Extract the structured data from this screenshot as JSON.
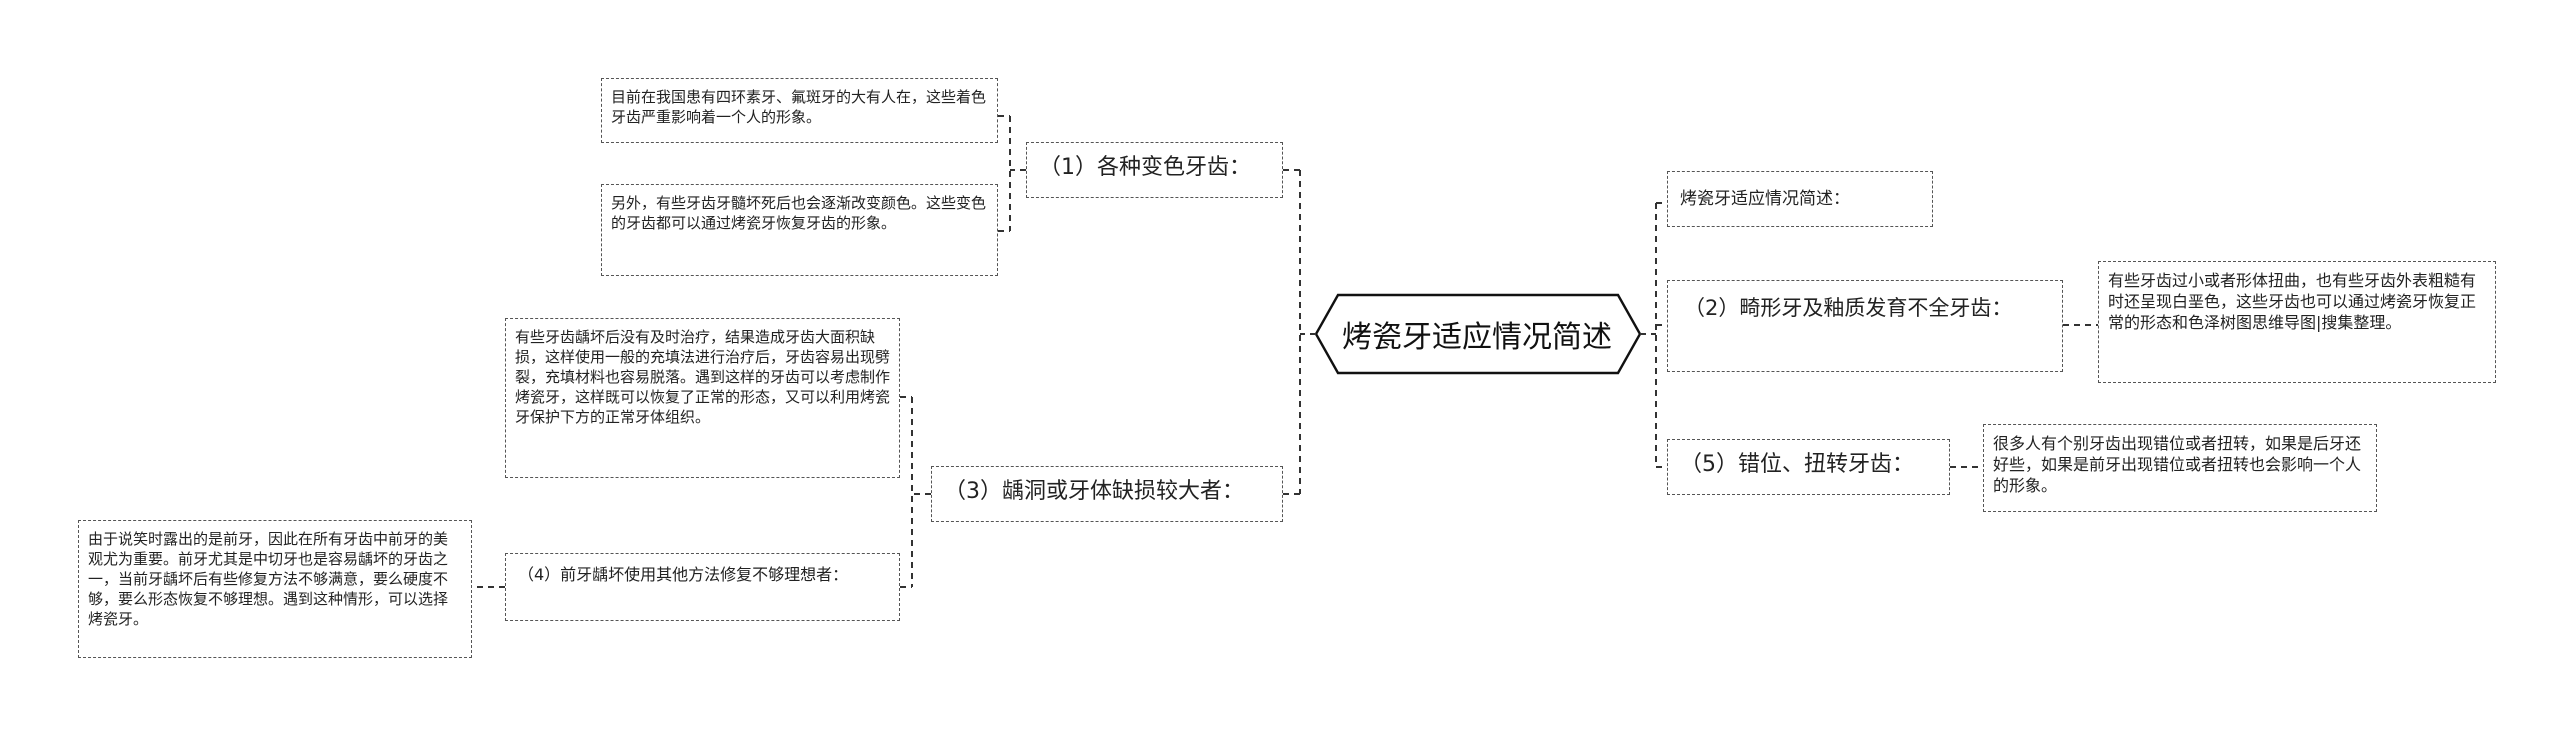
{
  "root": {
    "title": "烤瓷牙适应情况简述"
  },
  "left": {
    "n1": {
      "label": "（1）各种变色牙齿：",
      "leaves": [
        "目前在我国患有四环素牙、氟斑牙的大有人在，这些着色牙齿严重影响着一个人的形象。",
        "另外，有些牙齿牙髓坏死后也会逐渐改变颜色。这些变色的牙齿都可以通过烤瓷牙恢复牙齿的形象。"
      ]
    },
    "n3": {
      "label": "（3）龋洞或牙体缺损较大者：",
      "leaf": "有些牙齿龋坏后没有及时治疗，结果造成牙齿大面积缺损，这样使用一般的充填法进行治疗后，牙齿容易出现劈裂，充填材料也容易脱落。遇到这样的牙齿可以考虑制作烤瓷牙，这样既可以恢复了正常的形态，又可以利用烤瓷牙保护下方的正常牙体组织。",
      "sub": {
        "label": "（4）前牙龋坏使用其他方法修复不够理想者：",
        "leaf": "由于说笑时露出的是前牙，因此在所有牙齿中前牙的美观尤为重要。前牙尤其是中切牙也是容易龋坏的牙齿之一，当前牙龋坏后有些修复方法不够满意，要么硬度不够，要么形态恢复不够理想。遇到这种情形，可以选择烤瓷牙。"
      }
    }
  },
  "right": {
    "intro": {
      "label": "烤瓷牙适应情况简述："
    },
    "n2": {
      "label": "（2）畸形牙及釉质发育不全牙齿：",
      "leaf": "有些牙齿过小或者形体扭曲，也有些牙齿外表粗糙有时还呈现白垩色，这些牙齿也可以通过烤瓷牙恢复正常的形态和色泽树图思维导图|搜集整理。"
    },
    "n5": {
      "label": "（5）错位、扭转牙齿：",
      "leaf": "很多人有个别牙齿出现错位或者扭转，如果是后牙还好些，如果是前牙出现错位或者扭转也会影响一个人的形象。"
    }
  },
  "colors": {
    "line": "#333333",
    "border": "#555555",
    "text": "#222222"
  }
}
